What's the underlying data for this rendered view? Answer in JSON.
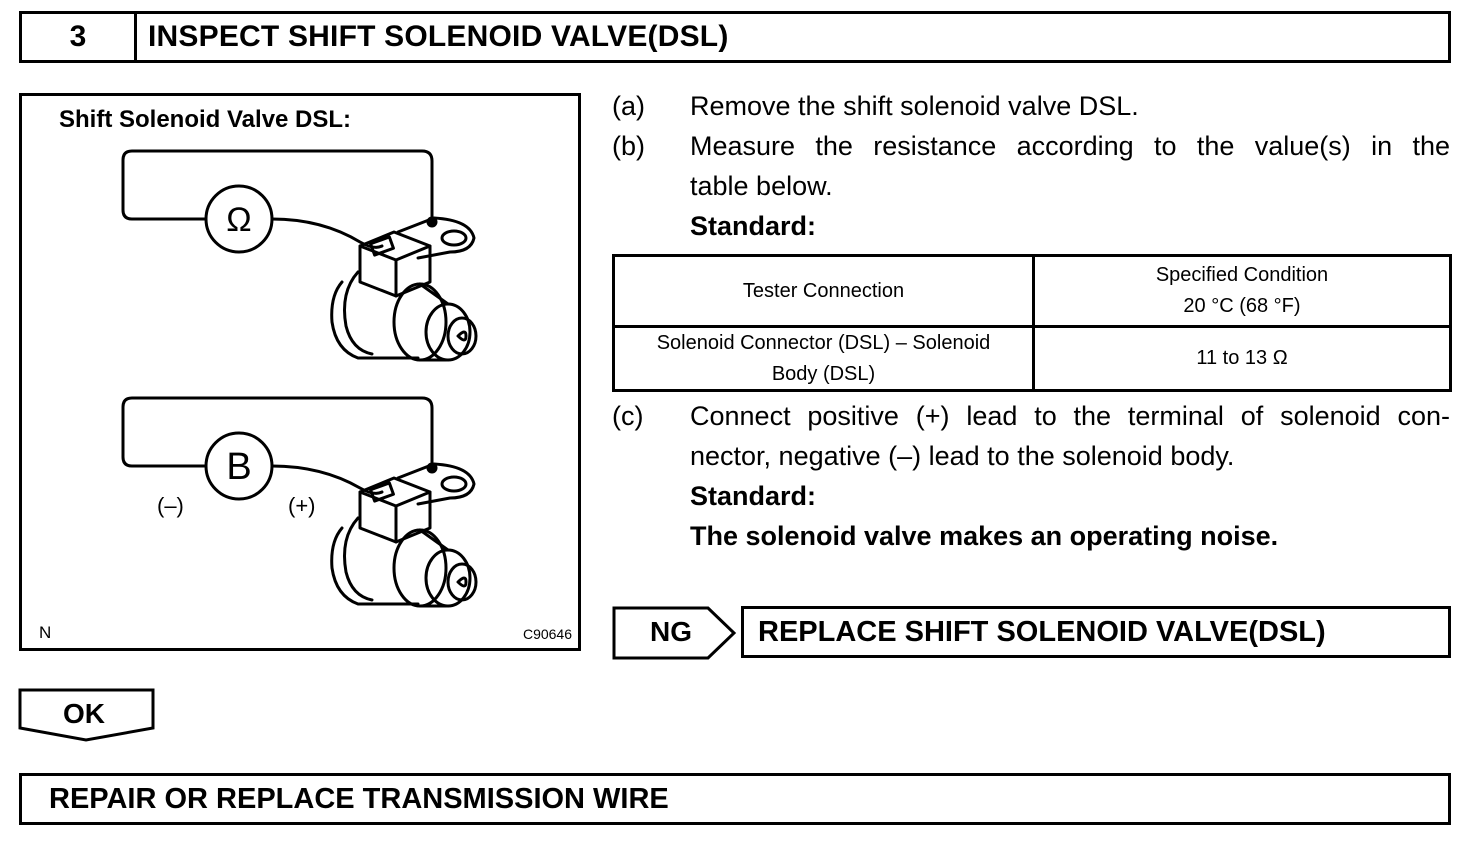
{
  "step": {
    "number": "3",
    "title": "INSPECT SHIFT SOLENOID VALVE(DSL)"
  },
  "figure": {
    "caption": "Shift Solenoid Valve DSL:",
    "ohm_symbol": "Ω",
    "battery_symbol": "B",
    "negative_sign": "(–)",
    "positive_sign": "(+)",
    "corner_left": "N",
    "figure_code": "C90646"
  },
  "steps": {
    "a": {
      "label": "(a)",
      "text": "Remove the shift solenoid valve DSL."
    },
    "b": {
      "label": "(b)",
      "line1": "Measure the resistance according to the value(s) in the",
      "line2": "table below.",
      "standard_label": "Standard:"
    },
    "c": {
      "label": "(c)",
      "line1": "Connect positive (+) lead to the terminal of solenoid con-",
      "line2": "nector, negative (–) lead to the solenoid body.",
      "standard_label": "Standard:",
      "standard_text": "The solenoid valve makes an operating noise."
    }
  },
  "table": {
    "headers": {
      "col1": "Tester Connection",
      "col2_line1": "Specified Condition",
      "col2_line2": "20 °C (68 °F)"
    },
    "row": {
      "col1_line1": "Solenoid Connector (DSL) – Solenoid",
      "col1_line2": "Body (DSL)",
      "col2": "11 to 13 Ω"
    }
  },
  "ng": {
    "label": "NG",
    "result": "REPLACE SHIFT SOLENOID VALVE(DSL)"
  },
  "ok": {
    "label": "OK"
  },
  "final": {
    "text": "REPAIR OR REPLACE TRANSMISSION WIRE"
  }
}
